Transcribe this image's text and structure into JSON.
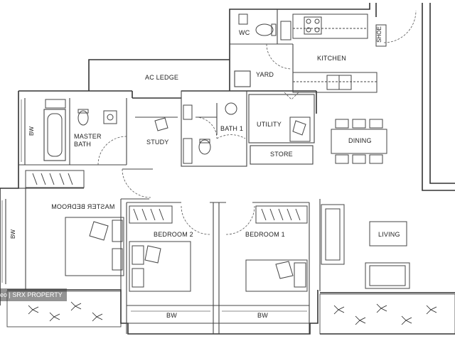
{
  "rooms": {
    "wc": "WC",
    "kitchen": "KITCHEN",
    "shoe": "SHOE",
    "yard": "YARD",
    "ac_ledge": "AC LEDGE",
    "master_bath_line1": "MASTER",
    "master_bath_line2": "BATH",
    "study": "STUDY",
    "bath1": "BATH 1",
    "utility": "UTILITY",
    "store": "STORE",
    "dining": "DINING",
    "bw_master": "BW",
    "master_bedroom": "MASTER BEDROOM",
    "bw_left": "BW",
    "bedroom2": "BEDROOM 2",
    "bedroom1": "BEDROOM 1",
    "living": "LIVING",
    "bw_bottom_left": "BW",
    "bw_bottom_right": "BW"
  },
  "watermark": "eo | SRX PROPERTY"
}
